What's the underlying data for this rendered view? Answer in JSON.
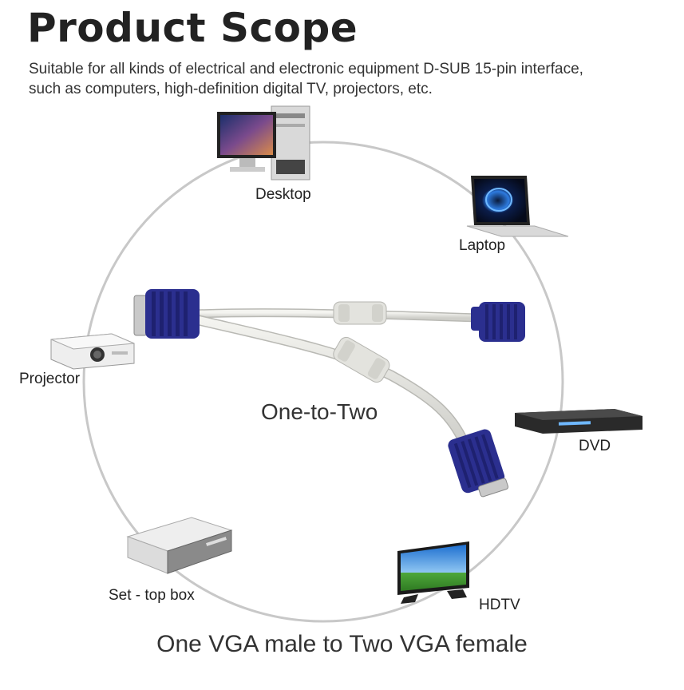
{
  "header": {
    "title": "Product Scope",
    "description_lines": [
      "Suitable for all kinds of electrical and electronic equipment D-SUB 15-pin interface,",
      "such as computers, high-definition digital TV, projectors, etc."
    ]
  },
  "devices": {
    "desktop": "Desktop",
    "laptop": "Laptop",
    "projector": "Projector",
    "dvd": "DVD",
    "settop": "Set - top box",
    "hdtv": "HDTV"
  },
  "center_label": "One-to-Two",
  "caption": "One VGA male to Two VGA female",
  "colors": {
    "circle": "#c8c8c8",
    "connector": "#2b2f8f",
    "cable": "#e6e6e2"
  }
}
